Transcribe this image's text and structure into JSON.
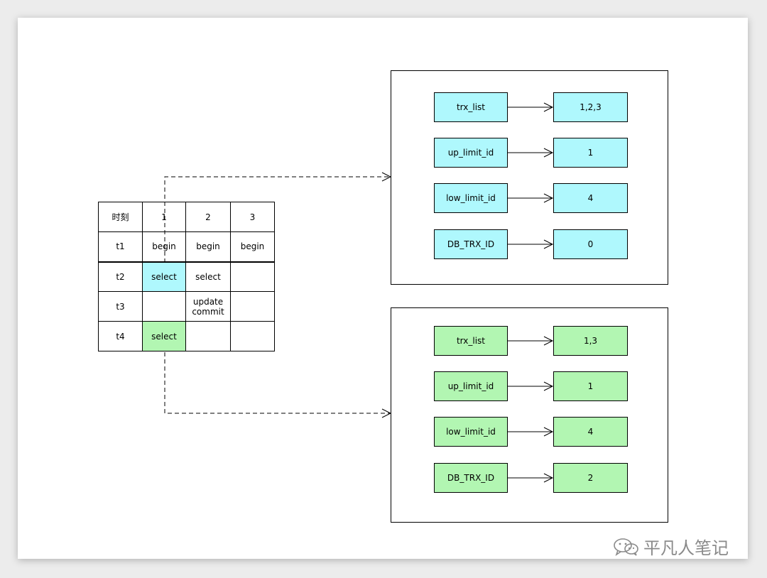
{
  "table": {
    "header": [
      "时刻",
      "1",
      "2",
      "3"
    ],
    "rows": [
      [
        "t1",
        "begin",
        "begin",
        "begin"
      ],
      [
        "t2",
        "select",
        "select",
        ""
      ],
      [
        "t3",
        "",
        "update\ncommit",
        ""
      ],
      [
        "t4",
        "select",
        "",
        ""
      ]
    ]
  },
  "view1": {
    "fields": [
      {
        "name": "trx_list",
        "value": "1,2,3"
      },
      {
        "name": "up_limit_id",
        "value": "1"
      },
      {
        "name": "low_limit_id",
        "value": "4"
      },
      {
        "name": "DB_TRX_ID",
        "value": "0"
      }
    ]
  },
  "view2": {
    "fields": [
      {
        "name": "trx_list",
        "value": "1,3"
      },
      {
        "name": "up_limit_id",
        "value": "1"
      },
      {
        "name": "low_limit_id",
        "value": "4"
      },
      {
        "name": "DB_TRX_ID",
        "value": "2"
      }
    ]
  },
  "colors": {
    "blue": "#aff8fd",
    "green": "#b2f6b2"
  },
  "watermark": {
    "text": "平凡人笔记",
    "icon": "wechat-icon"
  }
}
